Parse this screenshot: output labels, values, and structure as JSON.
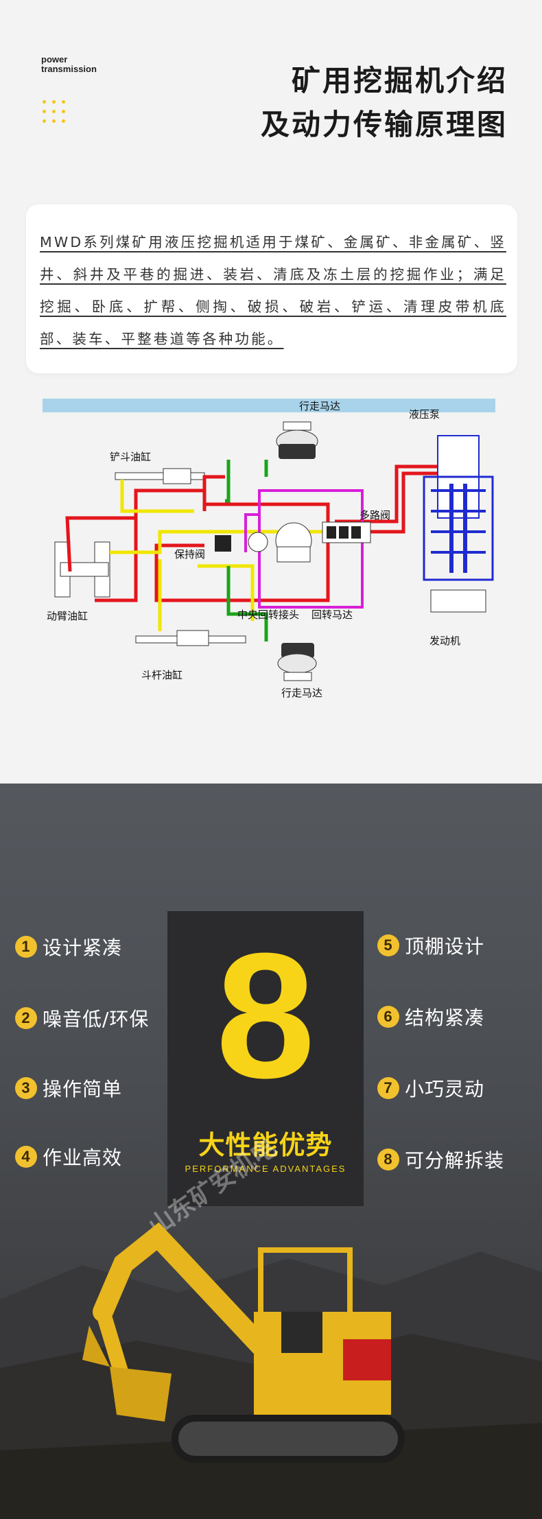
{
  "brand": {
    "line1": "power",
    "line2": "transmission"
  },
  "title": {
    "line1": "矿用挖掘机介绍",
    "line2": "及动力传输原理图"
  },
  "intro": {
    "text": "MWD系列煤矿用液压挖掘机适用于煤矿、金属矿、非金属矿、竖井、斜井及平巷的掘进、装岩、清底及冻土层的挖掘作业；满足挖掘、卧底、扩帮、侧掏、破损、破岩、铲运、清理皮带机底部、装车、平整巷道等各种功能。"
  },
  "diagram": {
    "labels": {
      "travel_motor_top": "行走马达",
      "hydraulic_pump": "液压泵",
      "bucket_cyl": "铲斗油缸",
      "multi_valve": "多路阀",
      "hold_valve": "保持阀",
      "boom_cyl": "动臂油缸",
      "center_joint": "中央回转接头",
      "swing_motor": "回转马达",
      "engine": "发动机",
      "arm_cyl": "斗杆油缸",
      "travel_motor_bottom": "行走马达"
    },
    "colors": {
      "red": "#e3161c",
      "yellow": "#f0e600",
      "green": "#1aa51a",
      "magenta": "#d81fd8",
      "blue": "#1f2bd0",
      "band": "#a8d3ea"
    }
  },
  "performance": {
    "number": "8",
    "title": "大性能优势",
    "subtitle": "PERFORMANCE ADVANTAGES",
    "left": [
      {
        "n": "1",
        "label": "设计紧凑"
      },
      {
        "n": "2",
        "label": "噪音低/环保"
      },
      {
        "n": "3",
        "label": "操作简单"
      },
      {
        "n": "4",
        "label": "作业高效"
      }
    ],
    "right": [
      {
        "n": "5",
        "label": "顶棚设计"
      },
      {
        "n": "6",
        "label": "结构紧凑"
      },
      {
        "n": "7",
        "label": "小巧灵动"
      },
      {
        "n": "8",
        "label": "可分解拆装"
      }
    ]
  },
  "watermark": {
    "text": "山东矿安机电"
  }
}
